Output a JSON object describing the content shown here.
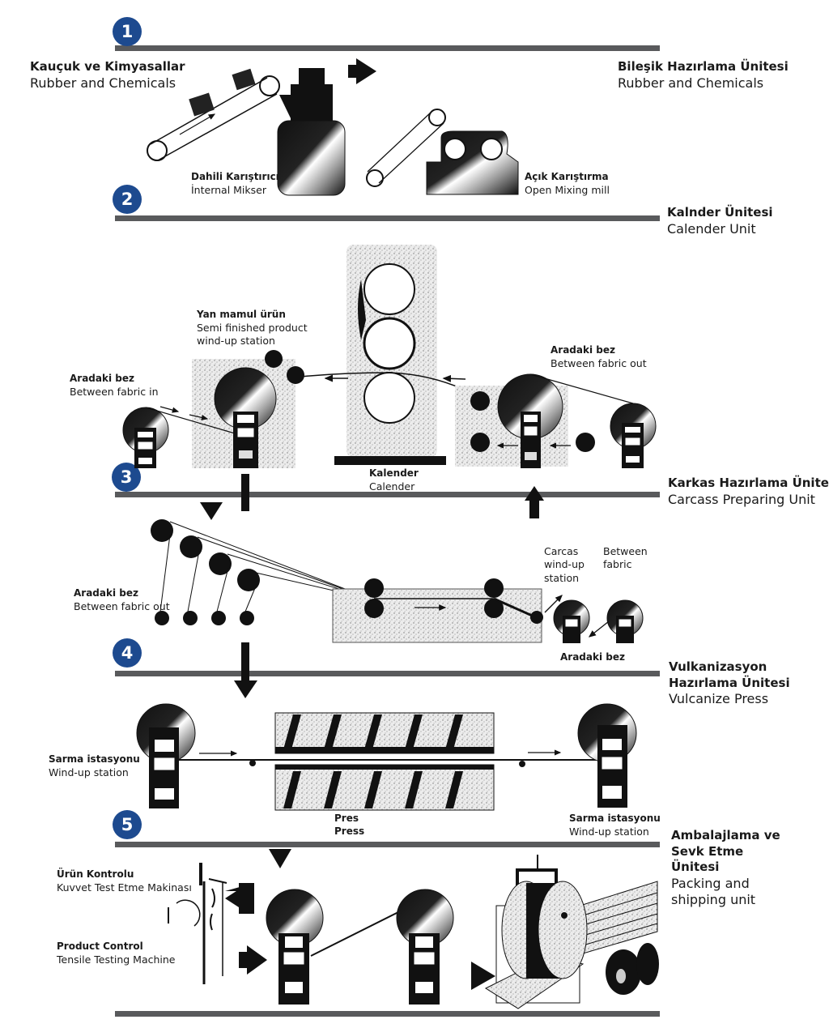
{
  "steps": [
    {
      "number": "1",
      "title_tr": "Bileşik Hazırlama Ünitesi",
      "title_en": "Rubber and Chemicals"
    },
    {
      "number": "2",
      "title_tr": "Kalnder Ünitesi",
      "title_en": "Calender Unit"
    },
    {
      "number": "3",
      "title_tr": "Karkas Hazırlama Ünitesi",
      "title_en": "Carcass Preparing Unit"
    },
    {
      "number": "4",
      "title_tr": "Vulkanizasyon Hazırlama Ünitesi",
      "title_en": "Vulcanize Press"
    },
    {
      "number": "5",
      "title_tr": "Ambalajlama ve Sevk Etme Ünitesi",
      "title_en": "Packing and shipping unit"
    }
  ],
  "section1": {
    "input_tr": "Kauçuk ve Kimyasallar",
    "input_en": "Rubber and Chemicals",
    "mixer_tr": "Dahili Karıştırıcı",
    "mixer_en": "İnternal Mikser",
    "mill_tr": "Açık Karıştırma",
    "mill_en": "Open Mixing mill"
  },
  "section2": {
    "semi_tr": "Yan mamul ürün",
    "semi_en_1": "Semi finished product",
    "semi_en_2": "wind-up station",
    "fabric_in_tr": "Aradaki bez",
    "fabric_in_en": "Between fabric in",
    "fabric_out_tr": "Aradaki bez",
    "fabric_out_en": "Between fabric out",
    "calender_tr": "Kalender",
    "calender_en": "Calender"
  },
  "section3": {
    "fabric_out_tr": "Aradaki bez",
    "fabric_out_en": "Between fabric out",
    "carcas_1": "Carcas",
    "carcas_2": "wind-up",
    "carcas_3": "station",
    "between_1": "Between",
    "between_2": "fabric",
    "fabric_tr": "Aradaki bez"
  },
  "section4": {
    "left_tr": "Sarma istasyonu",
    "left_en": "Wind-up station",
    "press_tr": "Pres",
    "press_en": "Press",
    "right_tr": "Sarma istasyonu",
    "right_en": "Wind-up station"
  },
  "section5": {
    "control_tr": "Ürün Kontrolu",
    "control_tr_sub": "Kuvvet Test Etme Makinası",
    "control_en": "Product Control",
    "control_en_sub": "Tensile Testing Machine"
  },
  "colors": {
    "badge": "#1d4a8f",
    "bar": "#595a5c"
  }
}
